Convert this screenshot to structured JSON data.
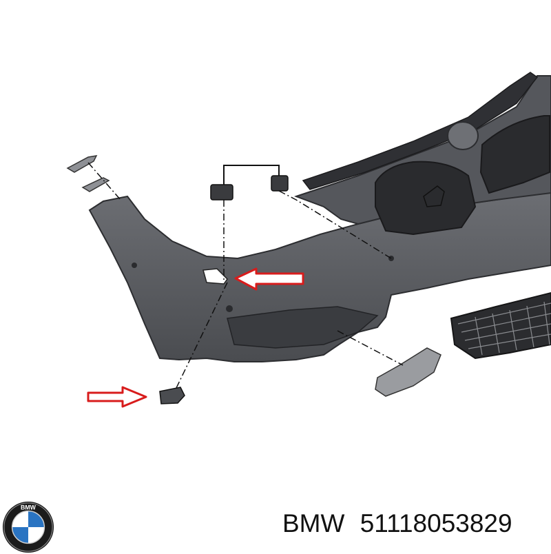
{
  "diagram": {
    "colors": {
      "part_fill": "#5a5c61",
      "part_shadow": "#3b3d41",
      "highlight_arrow": "#d81c1c",
      "leader_line": "#111111"
    }
  },
  "brand": {
    "logo_icon": "bmw-roundel-icon",
    "logo_lettering": "BMW",
    "name": "BMW",
    "part_number": "51118053829"
  }
}
